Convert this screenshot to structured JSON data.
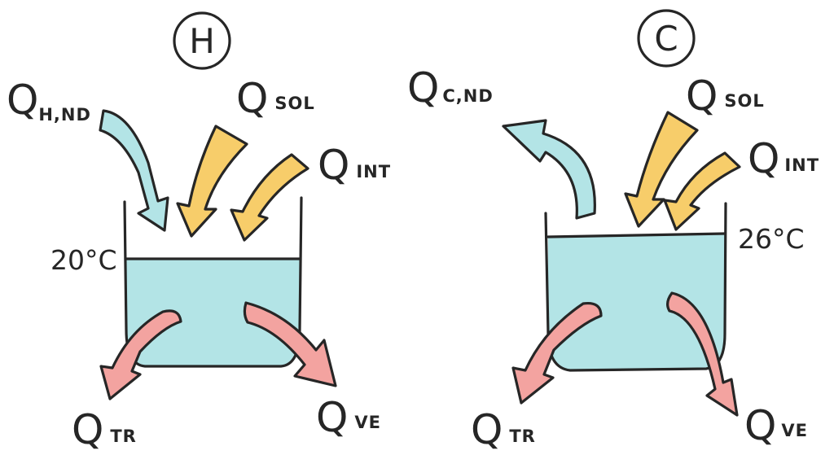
{
  "heating": {
    "mode": "H",
    "temperature": "20°C",
    "inputs": [
      {
        "symbol": "Q",
        "subscript": "H,ND",
        "color": "#b3e4e6"
      },
      {
        "symbol": "Q",
        "subscript": "SOL",
        "color": "#f7cd6a"
      },
      {
        "symbol": "Q",
        "subscript": "INT",
        "color": "#f7cd6a"
      }
    ],
    "losses": [
      {
        "symbol": "Q",
        "subscript": "TR",
        "color": "#f3a3a0"
      },
      {
        "symbol": "Q",
        "subscript": "VE",
        "color": "#f3a3a0"
      }
    ],
    "water_color": "#b3e4e6"
  },
  "cooling": {
    "mode": "C",
    "temperature": "26°C",
    "outputs": [
      {
        "symbol": "Q",
        "subscript": "C,ND",
        "color": "#b3e4e6"
      }
    ],
    "inputs": [
      {
        "symbol": "Q",
        "subscript": "SOL",
        "color": "#f7cd6a"
      },
      {
        "symbol": "Q",
        "subscript": "INT",
        "color": "#f7cd6a"
      }
    ],
    "losses": [
      {
        "symbol": "Q",
        "subscript": "TR",
        "color": "#f3a3a0"
      },
      {
        "symbol": "Q",
        "subscript": "VE",
        "color": "#f3a3a0"
      }
    ],
    "water_color": "#b3e4e6"
  }
}
